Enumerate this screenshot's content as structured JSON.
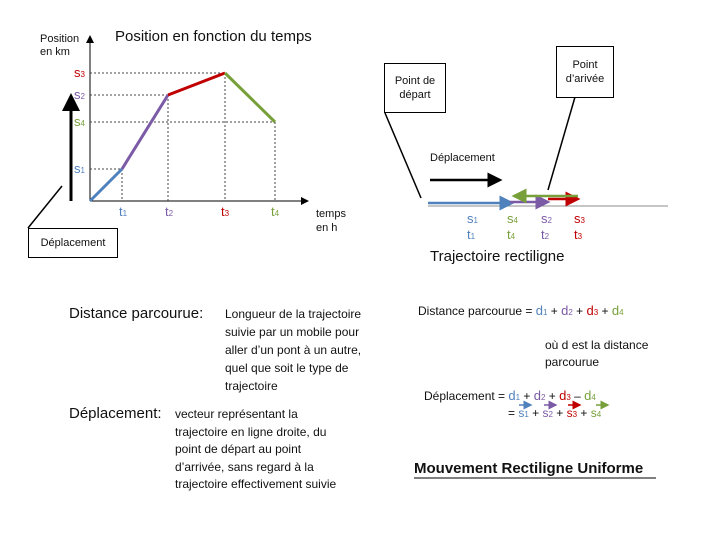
{
  "colors": {
    "blue": "#4f81bd",
    "purple": "#7b5aa6",
    "red": "#c00000",
    "green": "#77a03a",
    "olive": "#9bbb59",
    "black": "#000000"
  },
  "graph": {
    "title": "Position en fonction du temps",
    "ylabel": "Position\nen km",
    "xlabel": "temps\nen h",
    "y_ticks": [
      {
        "base": "s",
        "sub": "3",
        "color": "#c00000"
      },
      {
        "base": "s",
        "sub": "2",
        "color": "#7b5aa6"
      },
      {
        "base": "s",
        "sub": "4",
        "color": "#77a03a"
      },
      {
        "base": "s",
        "sub": "1",
        "color": "#4f81bd"
      }
    ],
    "x_ticks": [
      {
        "base": "t",
        "sub": "1",
        "color": "#4f81bd"
      },
      {
        "base": "t",
        "sub": "2",
        "color": "#7b5aa6"
      },
      {
        "base": "t",
        "sub": "3",
        "color": "#c00000"
      },
      {
        "base": "t",
        "sub": "4",
        "color": "#77a03a"
      }
    ],
    "deplacement_box": "Déplacement"
  },
  "trajectory": {
    "point_depart": "Point de départ",
    "point_arrivee": "Point d’arivée",
    "deplacement_label": "Déplacement",
    "title": "Trajectoire rectiligne",
    "s_labels": [
      {
        "base": "s",
        "sub": "1",
        "color": "#4f81bd"
      },
      {
        "base": "s",
        "sub": "4",
        "color": "#77a03a"
      },
      {
        "base": "s",
        "sub": "2",
        "color": "#7b5aa6"
      },
      {
        "base": "s",
        "sub": "3",
        "color": "#c00000"
      }
    ],
    "t_labels": [
      {
        "base": "t",
        "sub": "1",
        "color": "#4f81bd"
      },
      {
        "base": "t",
        "sub": "4",
        "color": "#77a03a"
      },
      {
        "base": "t",
        "sub": "2",
        "color": "#7b5aa6"
      },
      {
        "base": "t",
        "sub": "3",
        "color": "#c00000"
      }
    ]
  },
  "definitions": {
    "distance_term": "Distance parcourue:",
    "distance_def": "Longueur de la trajectoire suivie par un mobile pour aller d’un pont à un autre, quel que soit le type de trajectoire",
    "deplacement_term": "Déplacement:",
    "deplacement_def": "vecteur représentant la trajectoire en ligne droite, du point de départ au point d’arrivée, sans regard à la trajectoire effectivement suivie"
  },
  "formulas": {
    "distance_prefix": "Distance parcourue  =",
    "d_terms": [
      {
        "base": "d",
        "sub": "1",
        "color": "#4f81bd"
      },
      {
        "base": "d",
        "sub": "2",
        "color": "#7b5aa6"
      },
      {
        "base": "d",
        "sub": "3",
        "color": "#c00000"
      },
      {
        "base": "d",
        "sub": "4",
        "color": "#77a03a"
      }
    ],
    "plus": "+",
    "minus": "–",
    "note": "où d est la distance parcourue",
    "deplacement_prefix": "Déplacement  =",
    "equals": "=",
    "s_terms": [
      {
        "base": "s",
        "sub": "1",
        "color": "#4f81bd"
      },
      {
        "base": "s",
        "sub": "2",
        "color": "#7b5aa6"
      },
      {
        "base": "s",
        "sub": "3",
        "color": "#c00000"
      },
      {
        "base": "s",
        "sub": "4",
        "color": "#77a03a"
      }
    ],
    "heading": "Mouvement Rectiligne Uniforme"
  }
}
